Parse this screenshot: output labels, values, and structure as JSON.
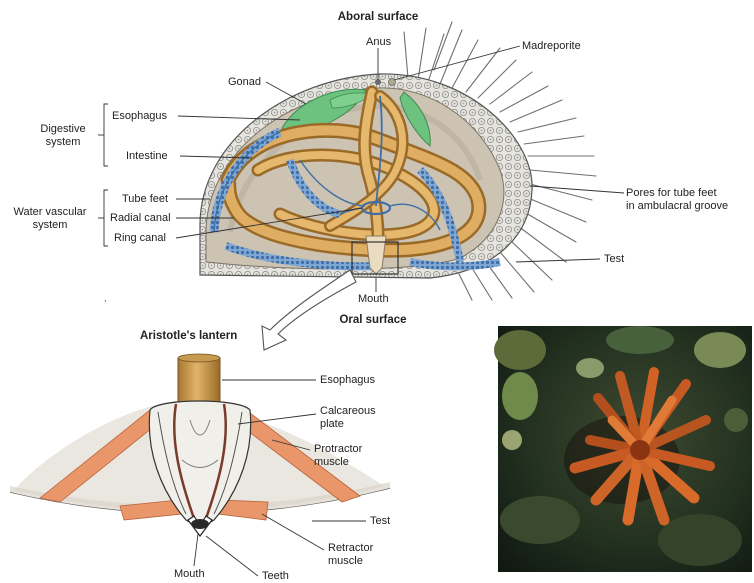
{
  "colors": {
    "shell_outline": "#6a6a6a",
    "gut": "#d8a55a",
    "gut_dark": "#a8772f",
    "gonad": "#6cc27e",
    "water_vascular": "#5e8fc6",
    "interior": "#cfc6b8",
    "shell_face": "#e4e2dc",
    "muscle": "#e8966a",
    "photo_background": "#2a3a2c",
    "urchin_spine": "#d86a2a"
  },
  "top_diagram": {
    "title_top": "Aboral surface",
    "title_bottom": "Oral surface",
    "labels": {
      "anus": "Anus",
      "madreporite": "Madreporite",
      "gonad": "Gonad",
      "esophagus": "Esophagus",
      "intestine": "Intestine",
      "digestive_system": [
        "Digestive",
        "system"
      ],
      "tube_feet": "Tube feet",
      "radial_canal": "Radial canal",
      "ring_canal": "Ring canal",
      "water_vascular_system": [
        "Water vascular",
        "system"
      ],
      "pores": [
        "Pores for tube feet",
        "in ambulacral groove"
      ],
      "test": "Test",
      "mouth": "Mouth"
    }
  },
  "lantern_diagram": {
    "title": "Aristotle's lantern",
    "labels": {
      "esophagus": "Esophagus",
      "calcareous_plate": [
        "Calcareous",
        "plate"
      ],
      "protractor_muscle": [
        "Protractor",
        "muscle"
      ],
      "test": "Test",
      "retractor_muscle": [
        "Retractor",
        "muscle"
      ],
      "mouth": "Mouth",
      "teeth": "Teeth"
    }
  }
}
